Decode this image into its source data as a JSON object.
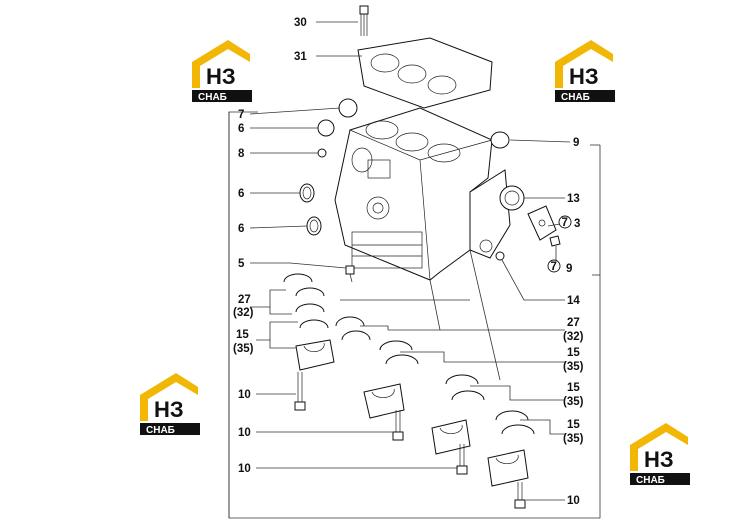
{
  "callouts": {
    "c30": "30",
    "c31": "31",
    "c7": "7",
    "c6a": "6",
    "c8": "8",
    "c6b": "6",
    "c6c": "6",
    "c5": "5",
    "c27a": "27",
    "c32a": "(32)",
    "c15a": "15",
    "c35a": "(35)",
    "c10a": "10",
    "c10b": "10",
    "c10c": "10",
    "c9a": "9",
    "c13": "13",
    "c3": "3",
    "c7b": "7",
    "c9b": "9",
    "c7c": "7",
    "c14": "14",
    "c27b": "27",
    "c32b": "(32)",
    "c15b": "15",
    "c35b": "(35)",
    "c15c": "15",
    "c35c": "(35)",
    "c15d": "15",
    "c35d": "(35)",
    "c10d": "10"
  },
  "watermark": {
    "line1": "НЗ",
    "line2": "СНАБ"
  },
  "colors": {
    "accent": "#f2b705",
    "ink": "#111111"
  }
}
